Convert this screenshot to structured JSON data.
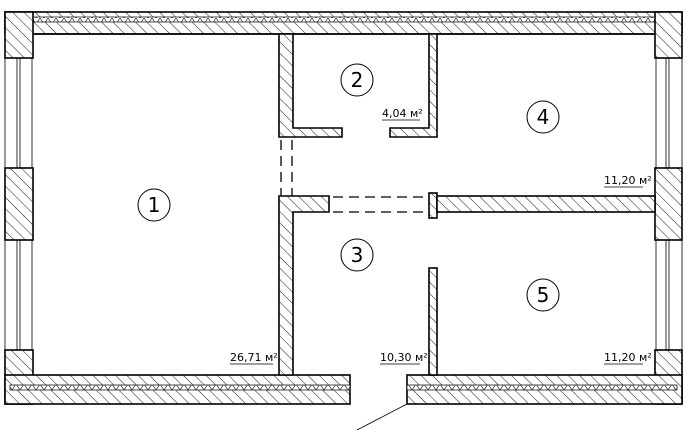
{
  "title": "Floor plan",
  "unit": "м²",
  "rooms": [
    {
      "number": "1",
      "area": "26,71"
    },
    {
      "number": "2",
      "area": "4,04"
    },
    {
      "number": "3",
      "area": "10,30"
    },
    {
      "number": "4",
      "area": "11,20"
    },
    {
      "number": "5",
      "area": "11,20"
    }
  ],
  "colors": {
    "line": "#000000",
    "background": "#ffffff"
  }
}
